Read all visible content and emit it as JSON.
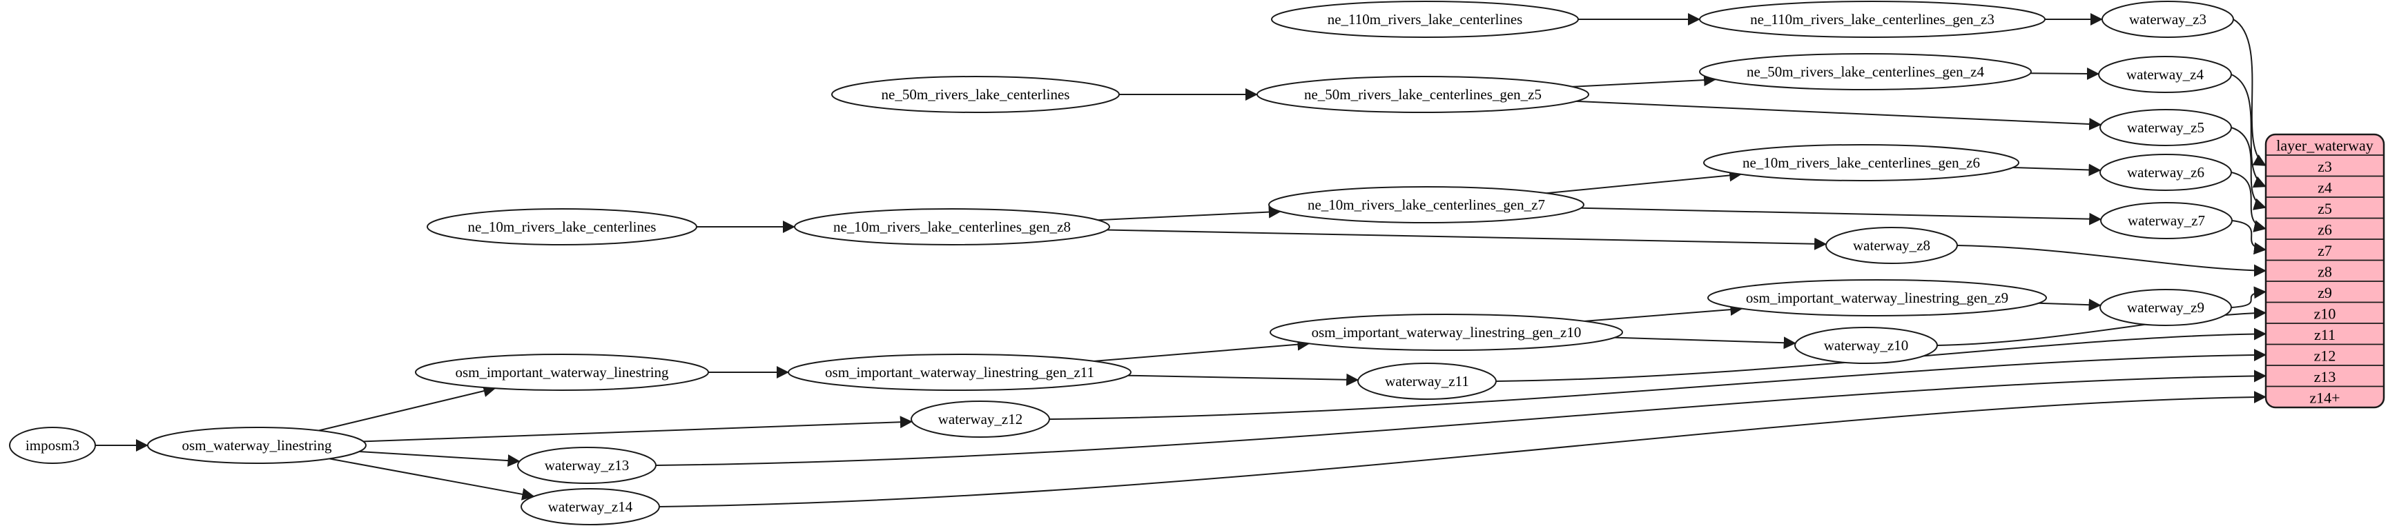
{
  "diagram": {
    "kind": "etl-flow-graph",
    "background": "#ffffff"
  },
  "colors": {
    "node_fill": "#ffffff",
    "node_border": "#1a1a1a",
    "edge": "#1a1a1a",
    "table_fill": "#ffb6c1",
    "table_border": "#1a1a1a",
    "text": "#000000"
  },
  "nodes": [
    {
      "id": "imposm3",
      "label": "imposm3"
    },
    {
      "id": "osm_waterway_linestring",
      "label": "osm_waterway_linestring"
    },
    {
      "id": "osm_important_waterway_linestring",
      "label": "osm_important_waterway_linestring"
    },
    {
      "id": "osm_important_waterway_linestring_gen_z11",
      "label": "osm_important_waterway_linestring_gen_z11"
    },
    {
      "id": "osm_important_waterway_linestring_gen_z10",
      "label": "osm_important_waterway_linestring_gen_z10"
    },
    {
      "id": "osm_important_waterway_linestring_gen_z9",
      "label": "osm_important_waterway_linestring_gen_z9"
    },
    {
      "id": "waterway_z9",
      "label": "waterway_z9"
    },
    {
      "id": "waterway_z10",
      "label": "waterway_z10"
    },
    {
      "id": "waterway_z11",
      "label": "waterway_z11"
    },
    {
      "id": "waterway_z12",
      "label": "waterway_z12"
    },
    {
      "id": "waterway_z13",
      "label": "waterway_z13"
    },
    {
      "id": "waterway_z14",
      "label": "waterway_z14"
    },
    {
      "id": "ne_10m_rivers_lake_centerlines",
      "label": "ne_10m_rivers_lake_centerlines"
    },
    {
      "id": "ne_10m_rivers_lake_centerlines_gen_z8",
      "label": "ne_10m_rivers_lake_centerlines_gen_z8"
    },
    {
      "id": "ne_10m_rivers_lake_centerlines_gen_z7",
      "label": "ne_10m_rivers_lake_centerlines_gen_z7"
    },
    {
      "id": "ne_10m_rivers_lake_centerlines_gen_z6",
      "label": "ne_10m_rivers_lake_centerlines_gen_z6"
    },
    {
      "id": "waterway_z8",
      "label": "waterway_z8"
    },
    {
      "id": "waterway_z7",
      "label": "waterway_z7"
    },
    {
      "id": "waterway_z6",
      "label": "waterway_z6"
    },
    {
      "id": "waterway_z5",
      "label": "waterway_z5"
    },
    {
      "id": "ne_50m_rivers_lake_centerlines",
      "label": "ne_50m_rivers_lake_centerlines"
    },
    {
      "id": "ne_50m_rivers_lake_centerlines_gen_z5",
      "label": "ne_50m_rivers_lake_centerlines_gen_z5"
    },
    {
      "id": "ne_50m_rivers_lake_centerlines_gen_z4",
      "label": "ne_50m_rivers_lake_centerlines_gen_z4"
    },
    {
      "id": "waterway_z4",
      "label": "waterway_z4"
    },
    {
      "id": "ne_110m_rivers_lake_centerlines",
      "label": "ne_110m_rivers_lake_centerlines"
    },
    {
      "id": "ne_110m_rivers_lake_centerlines_gen_z3",
      "label": "ne_110m_rivers_lake_centerlines_gen_z3"
    },
    {
      "id": "waterway_z3",
      "label": "waterway_z3"
    }
  ],
  "table": {
    "title": "layer_waterway",
    "rows": [
      "z3",
      "z4",
      "z5",
      "z6",
      "z7",
      "z8",
      "z9",
      "z10",
      "z11",
      "z12",
      "z13",
      "z14+"
    ]
  },
  "edges": [
    {
      "from": "imposm3",
      "to": "osm_waterway_linestring"
    },
    {
      "from": "osm_waterway_linestring",
      "to": "osm_important_waterway_linestring"
    },
    {
      "from": "osm_waterway_linestring",
      "to": "waterway_z12"
    },
    {
      "from": "osm_waterway_linestring",
      "to": "waterway_z13"
    },
    {
      "from": "osm_waterway_linestring",
      "to": "waterway_z14"
    },
    {
      "from": "osm_important_waterway_linestring",
      "to": "osm_important_waterway_linestring_gen_z11"
    },
    {
      "from": "osm_important_waterway_linestring_gen_z11",
      "to": "osm_important_waterway_linestring_gen_z10"
    },
    {
      "from": "osm_important_waterway_linestring_gen_z11",
      "to": "waterway_z11"
    },
    {
      "from": "osm_important_waterway_linestring_gen_z10",
      "to": "osm_important_waterway_linestring_gen_z9"
    },
    {
      "from": "osm_important_waterway_linestring_gen_z10",
      "to": "waterway_z10"
    },
    {
      "from": "osm_important_waterway_linestring_gen_z9",
      "to": "waterway_z9"
    },
    {
      "from": "ne_10m_rivers_lake_centerlines",
      "to": "ne_10m_rivers_lake_centerlines_gen_z8"
    },
    {
      "from": "ne_10m_rivers_lake_centerlines_gen_z8",
      "to": "ne_10m_rivers_lake_centerlines_gen_z7"
    },
    {
      "from": "ne_10m_rivers_lake_centerlines_gen_z8",
      "to": "waterway_z8"
    },
    {
      "from": "ne_10m_rivers_lake_centerlines_gen_z7",
      "to": "ne_10m_rivers_lake_centerlines_gen_z6"
    },
    {
      "from": "ne_10m_rivers_lake_centerlines_gen_z7",
      "to": "waterway_z7"
    },
    {
      "from": "ne_10m_rivers_lake_centerlines_gen_z6",
      "to": "waterway_z6"
    },
    {
      "from": "ne_50m_rivers_lake_centerlines",
      "to": "ne_50m_rivers_lake_centerlines_gen_z5"
    },
    {
      "from": "ne_50m_rivers_lake_centerlines_gen_z5",
      "to": "ne_50m_rivers_lake_centerlines_gen_z4"
    },
    {
      "from": "ne_50m_rivers_lake_centerlines_gen_z5",
      "to": "waterway_z5"
    },
    {
      "from": "ne_50m_rivers_lake_centerlines_gen_z4",
      "to": "waterway_z4"
    },
    {
      "from": "ne_110m_rivers_lake_centerlines",
      "to": "ne_110m_rivers_lake_centerlines_gen_z3"
    },
    {
      "from": "ne_110m_rivers_lake_centerlines_gen_z3",
      "to": "waterway_z3"
    },
    {
      "from": "waterway_z3",
      "to": "table:z3"
    },
    {
      "from": "waterway_z4",
      "to": "table:z4"
    },
    {
      "from": "waterway_z5",
      "to": "table:z5"
    },
    {
      "from": "waterway_z6",
      "to": "table:z6"
    },
    {
      "from": "waterway_z7",
      "to": "table:z7"
    },
    {
      "from": "waterway_z8",
      "to": "table:z8"
    },
    {
      "from": "waterway_z9",
      "to": "table:z9"
    },
    {
      "from": "waterway_z10",
      "to": "table:z10"
    },
    {
      "from": "waterway_z11",
      "to": "table:z11"
    },
    {
      "from": "waterway_z12",
      "to": "table:z12"
    },
    {
      "from": "waterway_z13",
      "to": "table:z13"
    },
    {
      "from": "waterway_z14",
      "to": "table:z14+"
    }
  ]
}
